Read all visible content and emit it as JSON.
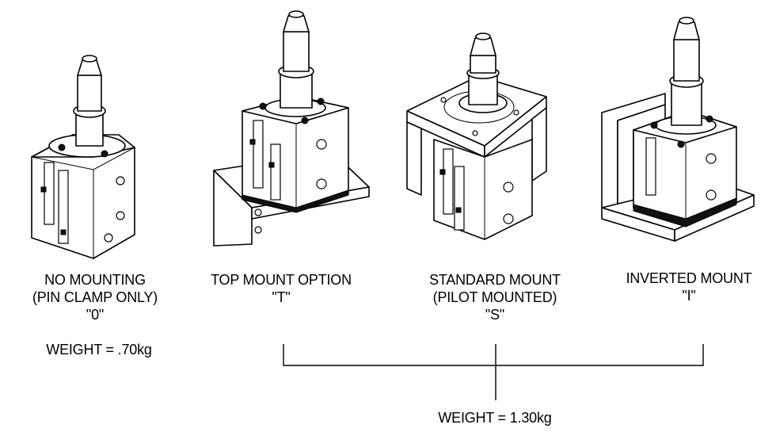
{
  "options": [
    {
      "name": "NO MOUNTING",
      "subtitle": "(PIN CLAMP ONLY)",
      "code": "\"0\""
    },
    {
      "name": "TOP MOUNT OPTION",
      "code": "\"T\""
    },
    {
      "name": "STANDARD MOUNT",
      "subtitle": "(PILOT MOUNTED)",
      "code": "\"S\""
    },
    {
      "name": "INVERTED MOUNT",
      "code": "\"I\""
    }
  ],
  "weights": {
    "no_mount": "WEIGHT = .70kg",
    "mounted": "WEIGHT = 1.30kg"
  }
}
